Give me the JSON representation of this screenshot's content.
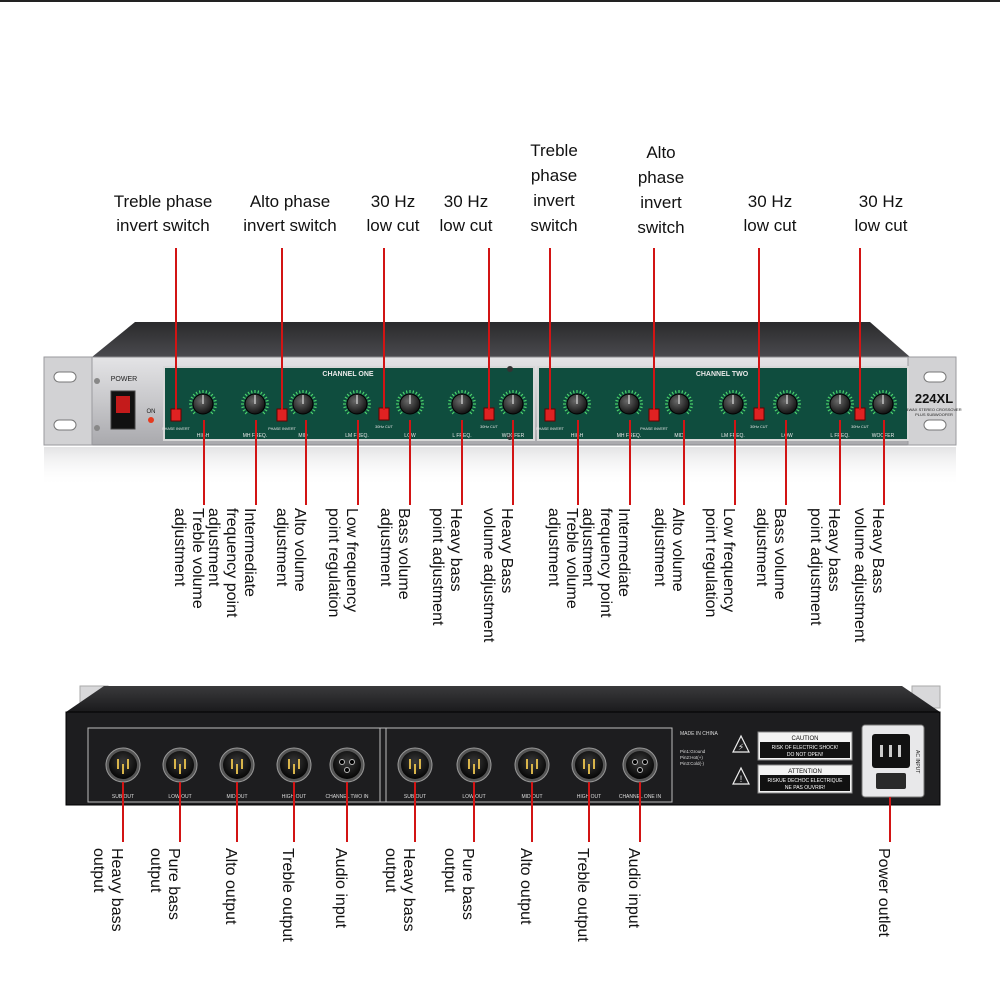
{
  "front": {
    "top_labels": [
      {
        "text": "Treble phase\ninvert switch"
      },
      {
        "text": "Alto phase\ninvert switch"
      },
      {
        "text": "30 Hz\nlow cut"
      },
      {
        "text": "30 Hz\nlow cut"
      },
      {
        "text": "Treble\nphase\ninvert\nswitch"
      },
      {
        "text": "Alto\nphase\ninvert\nswitch"
      },
      {
        "text": "30 Hz\nlow cut"
      },
      {
        "text": "30 Hz\nlow cut"
      }
    ],
    "bottom_labels": [
      {
        "lines": [
          "Treble volume",
          "adjustment"
        ]
      },
      {
        "lines": [
          "Intermediate",
          "frequency point",
          "adjustment"
        ]
      },
      {
        "lines": [
          "Alto volume",
          "adjustment"
        ]
      },
      {
        "lines": [
          "Low frequency",
          "point regulation"
        ]
      },
      {
        "lines": [
          "Bass volume",
          "adjustment"
        ]
      },
      {
        "lines": [
          "Heavy bass",
          "point adjustment"
        ]
      },
      {
        "lines": [
          "Heavy Bass",
          "volume adjustment"
        ]
      },
      {
        "lines": [
          "Treble volume",
          "adjustment"
        ]
      },
      {
        "lines": [
          "Intermediate",
          "frequency point",
          "adjustment"
        ]
      },
      {
        "lines": [
          "Alto volume",
          "adjustment"
        ]
      },
      {
        "lines": [
          "Low frequency",
          "point regulation"
        ]
      },
      {
        "lines": [
          "Bass volume",
          "adjustment"
        ]
      },
      {
        "lines": [
          "Heavy bass",
          "point adjustment"
        ]
      },
      {
        "lines": [
          "Heavy Bass",
          "volume adjustment"
        ]
      }
    ],
    "panel": {
      "power_label": "POWER",
      "on_label": "ON",
      "channel_one": "CHANNEL ONE",
      "channel_two": "CHANNEL TWO",
      "model": "224XL",
      "model_sub": "4WAX STEREO CROSSOVER",
      "model_sub2": "PLUS SUBWOOFER",
      "phase_invert": "PHASE INVERT",
      "cut_30hz": "30Hz CUT",
      "knob_labels": [
        "HIGH",
        "MH FREQ.",
        "MID",
        "LM FREQ.",
        "LOW",
        "L FREQ.",
        "WOOFER"
      ]
    }
  },
  "rear": {
    "bottom_labels": [
      {
        "lines": [
          "Heavy bass",
          "output"
        ]
      },
      {
        "lines": [
          "Pure bass",
          "output"
        ]
      },
      {
        "lines": [
          "Alto output"
        ]
      },
      {
        "lines": [
          "Treble output"
        ]
      },
      {
        "lines": [
          "Audio input"
        ]
      },
      {
        "lines": [
          "Heavy bass",
          "output"
        ]
      },
      {
        "lines": [
          "Pure bass",
          "output"
        ]
      },
      {
        "lines": [
          "Alto output"
        ]
      },
      {
        "lines": [
          "Treble output"
        ]
      },
      {
        "lines": [
          "Audio input"
        ]
      },
      {
        "lines": [
          "Power outlet"
        ]
      }
    ],
    "panel": {
      "connector_labels": [
        "SUB OUT",
        "LOW OUT",
        "MID OUT",
        "HIGH OUT",
        "CHANNEL TWO IN",
        "SUB OUT",
        "LOW OUT",
        "MID OUT",
        "HIGH OUT",
        "CHANNEL ONE IN"
      ],
      "made_in": "MADE IN CHINA",
      "pin_notes": [
        "Pin1:Ground",
        "Pin2:Hot(+)",
        "Pin3:Cold(-)"
      ],
      "caution_title": "CAUTION",
      "caution_lines": [
        "RISK OF ELECTRIC SHOCK!",
        "DO NOT OPEN!"
      ],
      "attention_title": "ATTENTION",
      "attention_lines": [
        "RISKUE DECHOC ELECTRIQUE",
        "NE PAS OUVRIR!"
      ],
      "ac_input": "AC INPUT"
    }
  },
  "colors": {
    "leader": "#d21414",
    "panel_green": "#0f4d3e",
    "chassis": "#c9c9cb",
    "rear": "#1d1d1f"
  }
}
